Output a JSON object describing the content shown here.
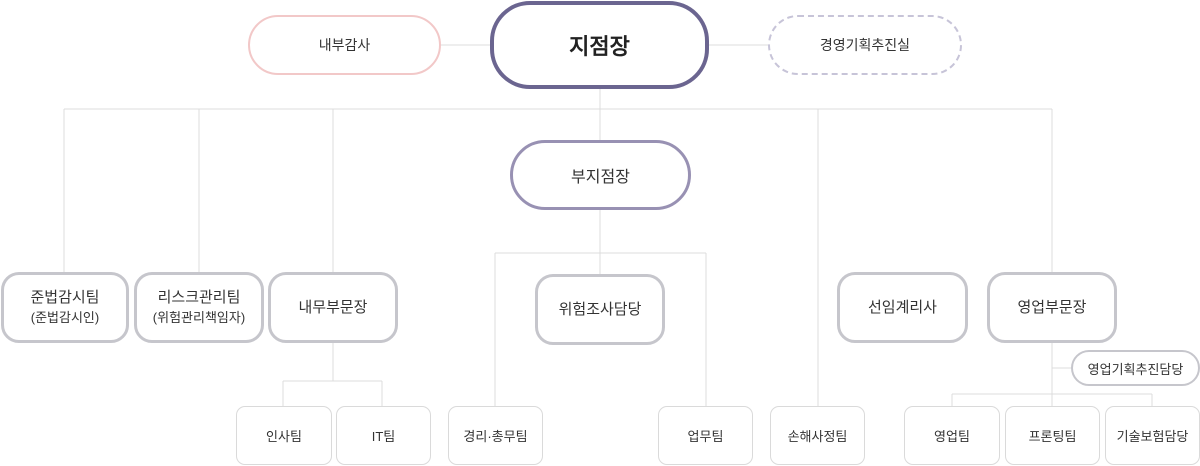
{
  "org": {
    "ceo": "지점장",
    "audit": "내부감사",
    "planning_office": "경영기획추진실",
    "deputy": "부지점장",
    "compliance": {
      "title": "준법감시팀",
      "sub": "(준법감시인)"
    },
    "risk": {
      "title": "리스크관리팀",
      "sub": "(위험관리책임자)"
    },
    "internal_div": "내무부문장",
    "risk_survey": "위험조사담당",
    "actuary": "선임계리사",
    "sales_div": "영업부문장",
    "sales_planning": "영업기획추진담당",
    "hr_team": "인사팀",
    "it_team": "IT팀",
    "finance_team": "경리·총무팀",
    "ops_team": "업무팀",
    "claims_team": "손해사정팀",
    "sales_team": "영업팀",
    "front_team": "프론팅팀",
    "tech_team": "기술보험담당"
  },
  "colors": {
    "ceo_border": "#6b6590",
    "deputy_border": "#9891b3",
    "box_border": "#c6c6cc",
    "audit_border": "#f2c8c8",
    "line": "#dddddd"
  }
}
